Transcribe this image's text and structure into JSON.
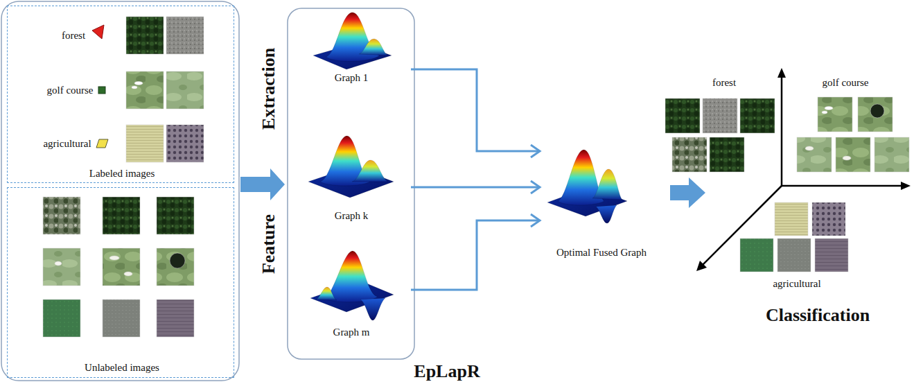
{
  "diagram": {
    "nodes": [
      {
        "text": [
          "forest",
          "golf course",
          "agricultural",
          "Labeled images"
        ]
      },
      {
        "text": [
          "Unlabeled images"
        ]
      },
      {
        "text": [
          "Graph 1"
        ]
      },
      {
        "text": [
          "Graph k"
        ]
      },
      {
        "text": [
          "Graph m"
        ]
      },
      {
        "text": [
          "Optimal Fused Graph"
        ]
      },
      {
        "text": [
          "forest",
          "golf course",
          "agricultural",
          "Classification"
        ]
      }
    ],
    "edges": [
      {
        "from": 2,
        "to": 5,
        "arrow": "to"
      },
      {
        "from": 3,
        "to": 5,
        "arrow": "to"
      },
      {
        "from": 4,
        "to": 5,
        "arrow": "to"
      },
      {
        "from": 5,
        "to": 6,
        "arrow": "to"
      }
    ],
    "labels": [
      "Extraction",
      "Feature",
      "EpLapR"
    ]
  }
}
